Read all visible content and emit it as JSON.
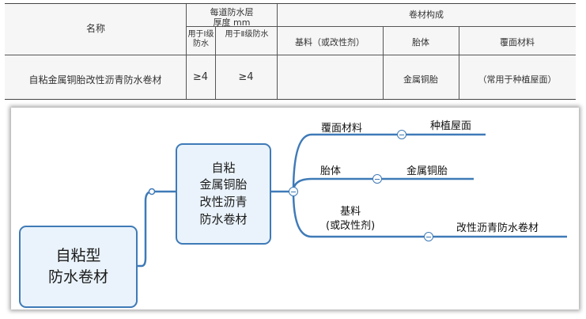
{
  "table": {
    "header": {
      "name": "名称",
      "thickness_title": "每道防水层",
      "thickness_unit": "厚度 mm",
      "grade1": "用于Ⅰ级防水",
      "grade2": "用于Ⅱ级防水",
      "composition": "卷材构成",
      "base": "基料（或改性剂）",
      "carrier": "胎体",
      "cover": "覆面材料"
    },
    "row": {
      "name": "自粘金属铜胎改性沥青防水卷材",
      "grade1": "≥4",
      "grade2": "≥4",
      "base": "",
      "carrier": "金属铜胎",
      "cover": "（常用于种植屋面）"
    }
  },
  "mindmap": {
    "root": "自粘型\n防水卷材",
    "center": "自粘\n金属铜胎\n改性沥青\n防水卷材",
    "branches": [
      {
        "label": "覆面材料",
        "value": "种植屋面"
      },
      {
        "label": "胎体",
        "value": "金属铜胎"
      },
      {
        "label": "基料\n(或改性剂)",
        "value": "改性沥青防水卷材"
      }
    ]
  }
}
